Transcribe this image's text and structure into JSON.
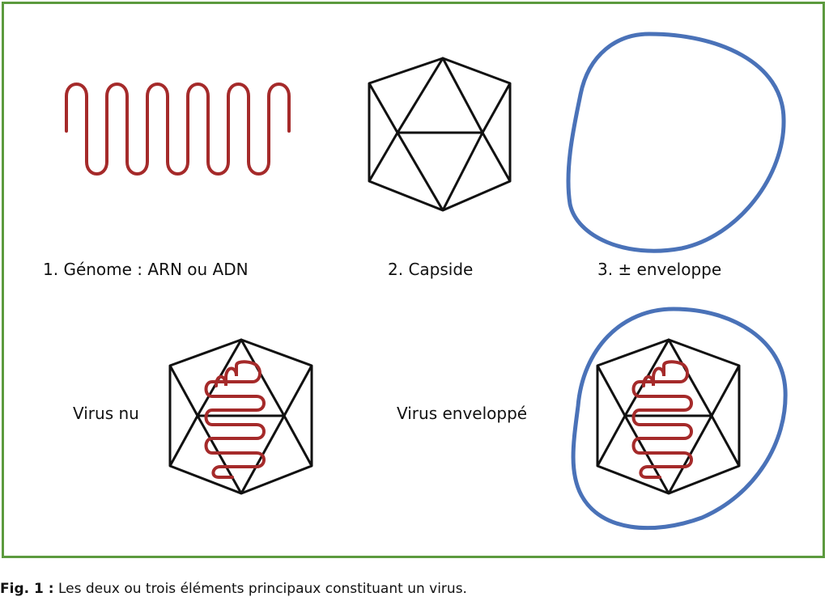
{
  "labels": {
    "genome": "1. Génome : ARN ou ADN",
    "capsid": "2. Capside",
    "envelope": "3. ± enveloppe",
    "naked_virus": "Virus nu",
    "enveloped_virus": "Virus enveloppé"
  },
  "caption": {
    "prefix": "Fig. 1 :",
    "text": "Les deux ou trois éléments principaux constituant un virus."
  },
  "colors": {
    "frame": "#5c9a3e",
    "genome": "#a52a2a",
    "envelope": "#4a72b8",
    "capsid": "#111111"
  }
}
